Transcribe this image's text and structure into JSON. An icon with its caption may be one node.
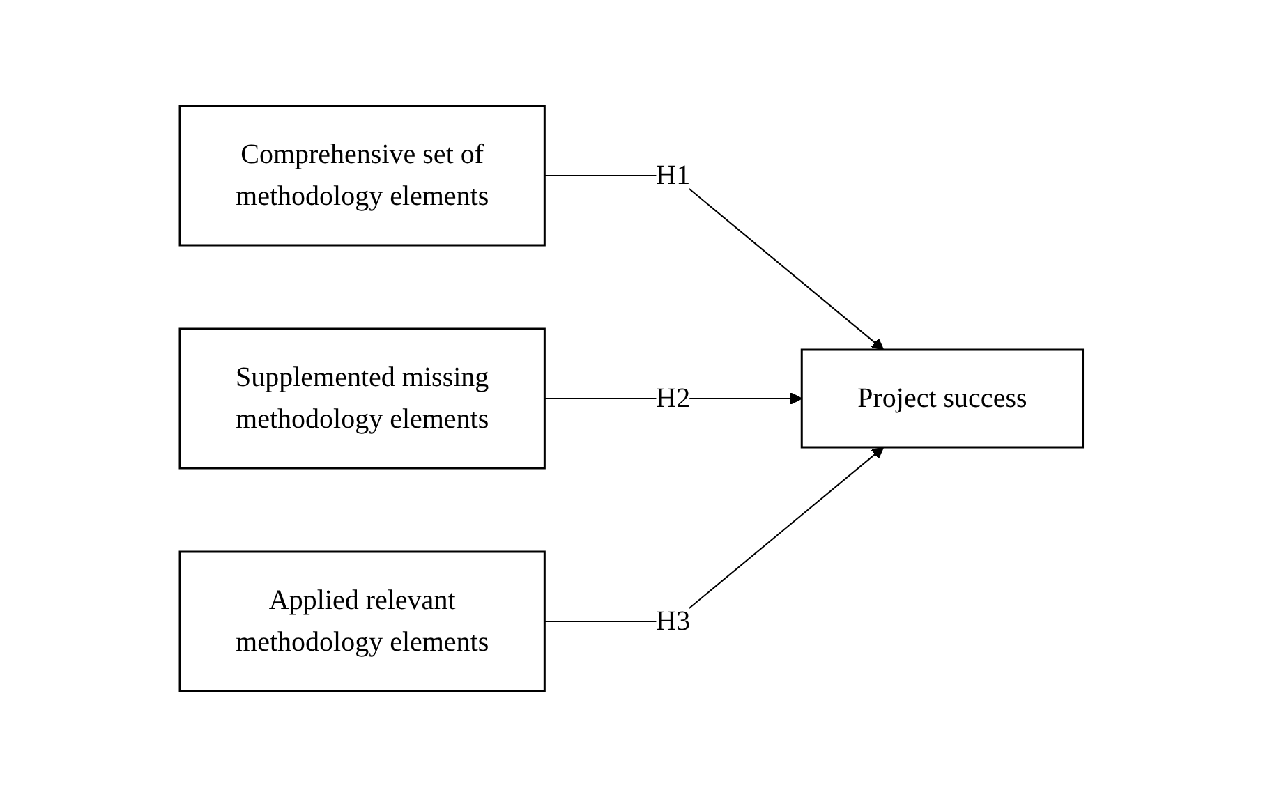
{
  "diagram": {
    "nodes": [
      {
        "text": [
          "Comprehensive set of methodology elements"
        ]
      },
      {
        "text": [
          "Supplemented missing methodology elements"
        ]
      },
      {
        "text": [
          "Applied relevant methodology elements"
        ]
      },
      {
        "text": [
          "Project success"
        ]
      }
    ],
    "edges": [
      {
        "from": 0,
        "to": 3,
        "arrow": "to",
        "label": "H1"
      },
      {
        "from": 1,
        "to": 3,
        "arrow": "to",
        "label": "H2"
      },
      {
        "from": 2,
        "to": 3,
        "arrow": "to",
        "label": "H3"
      }
    ]
  }
}
